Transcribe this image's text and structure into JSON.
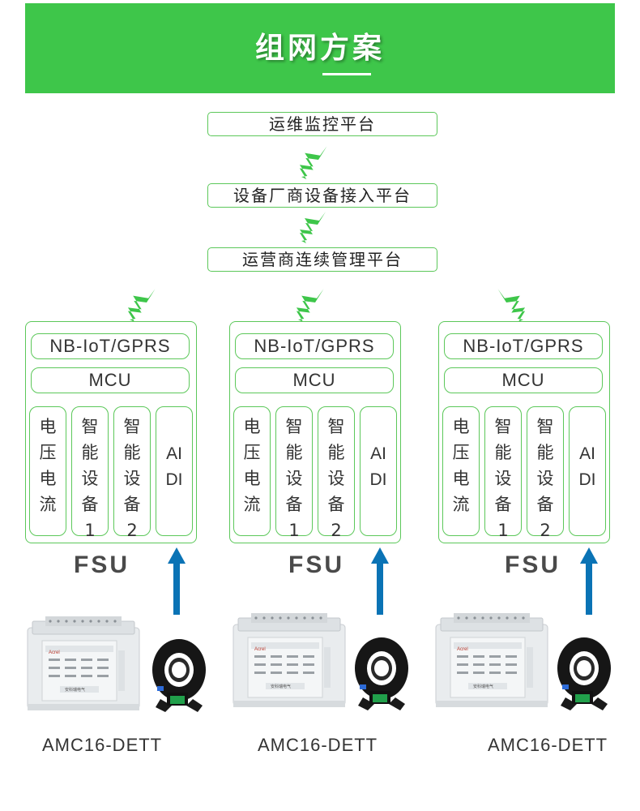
{
  "banner": {
    "title": "组网方案"
  },
  "platforms": [
    {
      "label": "运维监控平台"
    },
    {
      "label": "设备厂商设备接入平台"
    },
    {
      "label": "运营商连续管理平台"
    }
  ],
  "units": [
    {
      "comm": "NB-IoT/GPRS",
      "mcu": "MCU",
      "cells": [
        "电压电流",
        "智能设备1",
        "智能设备2",
        "AI DI"
      ],
      "fsu_label": "FSU",
      "device_label": "AMC16-DETT"
    },
    {
      "comm": "NB-IoT/GPRS",
      "mcu": "MCU",
      "cells": [
        "电压电流",
        "智能设备1",
        "智能设备2",
        "AI DI"
      ],
      "fsu_label": "FSU",
      "device_label": "AMC16-DETT"
    },
    {
      "comm": "NB-IoT/GPRS",
      "mcu": "MCU",
      "cells": [
        "电压电流",
        "智能设备1",
        "智能设备2",
        "AI DI"
      ],
      "fsu_label": "FSU",
      "device_label": "AMC16-DETT"
    }
  ],
  "device_panel": {
    "brand": "Acrel",
    "maker": "安科瑞电气"
  },
  "colors": {
    "accent": "#3ec64a",
    "arrow": "#0a73b5",
    "border": "#5cc85a"
  },
  "icons": {
    "wireless": "lightning-signal-icon",
    "uplink": "up-arrow-icon"
  }
}
